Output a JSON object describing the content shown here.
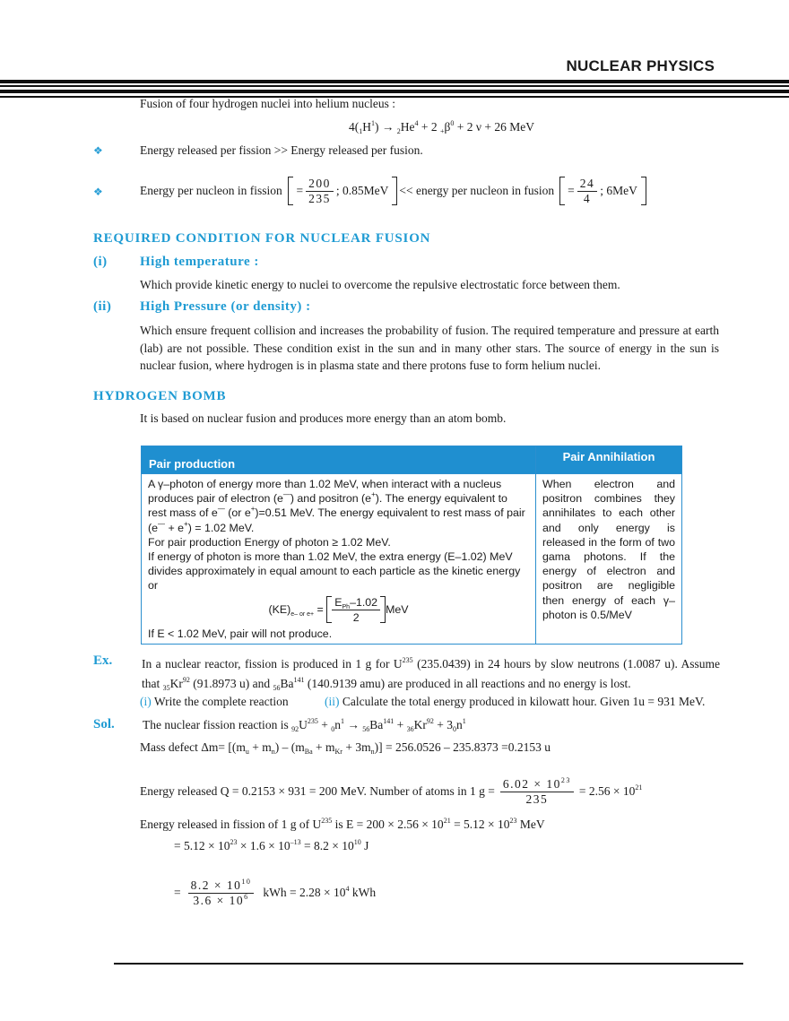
{
  "header": {
    "title": "NUCLEAR PHYSICS"
  },
  "intro": {
    "fusion_line": "Fusion of four hydrogen nuclei into helium nucleus :",
    "equation": [
      [
        "t",
        "4("
      ],
      [
        "sub",
        "1"
      ],
      [
        "t",
        "H"
      ],
      [
        "sup",
        "1"
      ],
      [
        "t",
        ")  →  "
      ],
      [
        "sub",
        "2"
      ],
      [
        "t",
        "He"
      ],
      [
        "sup",
        "4"
      ],
      [
        "t",
        " + 2 "
      ],
      [
        "sub",
        "+"
      ],
      [
        "t",
        "β"
      ],
      [
        "sup",
        "0"
      ],
      [
        "t",
        " + 2 ν + 26 MeV"
      ]
    ]
  },
  "bullets": {
    "b1": "Energy released per fission >> Energy released per fusion.",
    "b2": {
      "pre": "Energy per nucleon in fission",
      "eq1": "=",
      "num1": "200",
      "den1": "235",
      "val1": ";  0.85MeV",
      "mid": "<< energy per nucleon in fusion",
      "eq2": "=",
      "num2": "24",
      "den2": "4",
      "val2": ";  6MeV"
    },
    "icon": "diamond-bullet-icon"
  },
  "section1": {
    "title": "REQUIRED CONDITION FOR NUCLEAR FUSION",
    "i_label": "(i)",
    "i_title": "High temperature :",
    "i_text": "Which provide kinetic energy to nuclei to overcome the repulsive electrostatic force between them.",
    "ii_label": "(ii)",
    "ii_title": "High Pressure (or density)  :",
    "ii_text": "Which ensure frequent collision and increases the probability of fusion. The required temperature and pressure at earth (lab) are not possible. These condition exist in the sun and in many other stars. The source of energy in the sun is nuclear fusion, where hydrogen is in plasma state and there protons fuse to form helium nuclei."
  },
  "section2": {
    "title": "HYDROGEN BOMB",
    "text": "It is based on nuclear fusion and produces more energy than an atom bomb."
  },
  "table": {
    "col1_header": "Pair production",
    "col2_header": "Pair Annihilation",
    "col1_text": [
      [
        "t",
        "A γ–photon of energy more than 1.02 MeV, when interact with a nucleus produces pair of electron (e"
      ],
      [
        "sup",
        "—"
      ],
      [
        "t",
        ") and positron (e"
      ],
      [
        "sup",
        "+"
      ],
      [
        "t",
        "). The energy equivalent to rest mass of e"
      ],
      [
        "sup",
        "—"
      ],
      [
        "t",
        " (or e"
      ],
      [
        "sup",
        "+"
      ],
      [
        "t",
        ")=0.51 MeV. The energy equivalent to rest mass of pair (e"
      ],
      [
        "sup",
        "—"
      ],
      [
        "t",
        " + e"
      ],
      [
        "sup",
        "+"
      ],
      [
        "t",
        ") = 1.02 MeV."
      ]
    ],
    "line2": "For pair production Energy of photon ≥ 1.02 MeV.",
    "line3": "If energy of photon is more than 1.02  MeV, the  extra energy (E–1.02) MeV divides approximately in equal amount to each particle as the kinetic energy or",
    "ke": {
      "lhs": "(KE)",
      "sub": "e– or e+",
      "eq": " = ",
      "num": "E",
      "num_sub": "Ph",
      "num_rest": "–1.02",
      "den": "2",
      "unit": "MeV"
    },
    "line4": "If E < 1.02 MeV, pair will not produce.",
    "col2_text": "When electron and positron combines they annihilates to each other and only energy is released in the form of two gama photons. If the energy of electron and positron are negligible then energy of each γ–photon is 0.5/MeV"
  },
  "example": {
    "label": "Ex.",
    "text": [
      [
        "t",
        "In a nuclear reactor, fission is produced in 1 g for U"
      ],
      [
        "sup",
        "235"
      ],
      [
        "t",
        " (235.0439) in 24 hours by slow neutrons (1.0087 u). Assume that "
      ],
      [
        "sub",
        "35"
      ],
      [
        "t",
        "Kr"
      ],
      [
        "sup",
        "92"
      ],
      [
        "t",
        " (91.8973 u) and "
      ],
      [
        "sub",
        "56"
      ],
      [
        "t",
        "Ba"
      ],
      [
        "sup",
        "141"
      ],
      [
        "t",
        " (140.9139 amu) are produced in all reactions and no energy is lost."
      ]
    ],
    "q1_label": "(i)",
    "q1": "Write the complete reaction",
    "q2_label": "(ii)",
    "q2": "Calculate the total energy produced in kilowatt hour. Given 1u = 931 MeV."
  },
  "solution": {
    "label": "Sol.",
    "reaction": [
      [
        "t",
        "The nuclear fission reaction is "
      ],
      [
        "sub",
        "92"
      ],
      [
        "t",
        "U"
      ],
      [
        "sup",
        "235"
      ],
      [
        "t",
        " + "
      ],
      [
        "sub",
        "0"
      ],
      [
        "t",
        "n"
      ],
      [
        "sup",
        "1"
      ],
      [
        "t",
        "  →  "
      ],
      [
        "sub",
        "56"
      ],
      [
        "t",
        "Ba"
      ],
      [
        "sup",
        "141"
      ],
      [
        "t",
        " + "
      ],
      [
        "sub",
        "36"
      ],
      [
        "t",
        "Kr"
      ],
      [
        "sup",
        "92"
      ],
      [
        "t",
        " + 3"
      ],
      [
        "sub",
        "0"
      ],
      [
        "t",
        "n"
      ],
      [
        "sup",
        "1"
      ]
    ],
    "mass_defect": [
      [
        "t",
        "Mass defect Δm= [(m"
      ],
      [
        "sub",
        "u"
      ],
      [
        "t",
        " + m"
      ],
      [
        "sub",
        "n"
      ],
      [
        "t",
        ") – (m"
      ],
      [
        "sub",
        "Ba"
      ],
      [
        "t",
        " + m"
      ],
      [
        "sub",
        "Kr"
      ],
      [
        "t",
        " + 3m"
      ],
      [
        "sub",
        "n"
      ],
      [
        "t",
        ")] = 256.0526 – 235.8373 =0.2153 u"
      ]
    ],
    "energy_q": "Energy released Q = 0.2153 × 931 = 200 MeV. Number of atoms in 1 g =",
    "atoms_num": "6.02 × 10",
    "atoms_num_exp": "23",
    "atoms_den": "235",
    "atoms_res": [
      [
        "t",
        "= 2.56 × 10"
      ],
      [
        "sup",
        "21"
      ]
    ],
    "energy_e": [
      [
        "t",
        "Energy released in fission of 1 g of U"
      ],
      [
        "sup",
        "235"
      ],
      [
        "t",
        " is E   = 200 × 2.56 × 10"
      ],
      [
        "sup",
        "21"
      ],
      [
        "t",
        " = 5.12 × 10"
      ],
      [
        "sup",
        "23"
      ],
      [
        "t",
        " MeV"
      ]
    ],
    "energy_j": [
      [
        "t",
        "= 5.12 × 10"
      ],
      [
        "sup",
        "23"
      ],
      [
        "t",
        " × 1.6 × 10"
      ],
      [
        "sup",
        "–13"
      ],
      [
        "t",
        " = 8.2 × 10"
      ],
      [
        "sup",
        "10"
      ],
      [
        "t",
        " J"
      ]
    ],
    "kwh_eq": "=",
    "kwh_num": "8.2 × 10",
    "kwh_num_exp": "10",
    "kwh_den": "3.6 × 10",
    "kwh_den_exp": "6",
    "kwh_res": [
      [
        "t",
        "kWh = 2.28 × 10"
      ],
      [
        "sup",
        "4"
      ],
      [
        "t",
        " kWh"
      ]
    ]
  },
  "colors": {
    "accent": "#1f9bd3",
    "table_header": "#1f8fd0"
  }
}
